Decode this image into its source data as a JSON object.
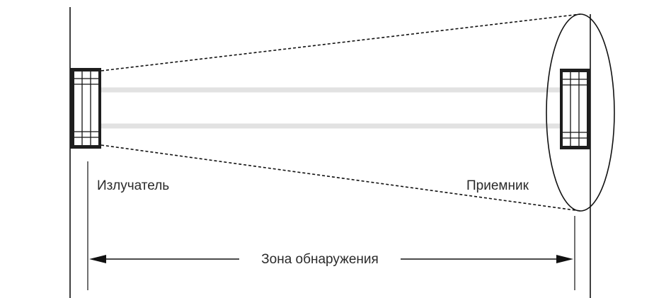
{
  "labels": {
    "emitter": "Излучатель",
    "receiver": "Приемник",
    "detection_zone": "Зона обнаружения"
  },
  "colors": {
    "line": "#111111",
    "beam": "#e2e2e2",
    "background": "#ffffff"
  }
}
